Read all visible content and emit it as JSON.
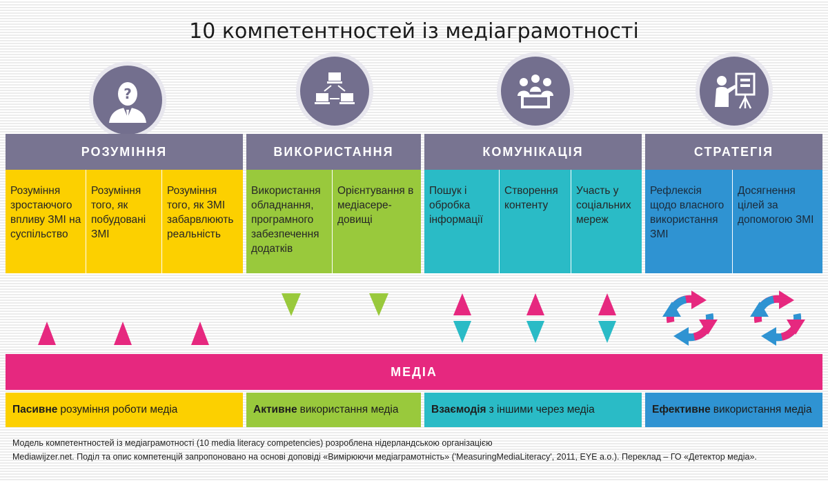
{
  "title": "10 компетентностей із медіаграмотності",
  "groups": [
    {
      "name": "РОЗУМІННЯ",
      "icon": "person-question-icon"
    },
    {
      "name": "ВИКОРИСТАННЯ",
      "icon": "network-computers-icon"
    },
    {
      "name": "КОМУНІКАЦІЯ",
      "icon": "meeting-table-icon"
    },
    {
      "name": "СТРАТЕГІЯ",
      "icon": "presentation-board-icon"
    }
  ],
  "competencies": [
    "Розуміння зростаючого впливу ЗМІ на суспільство",
    "Розуміння того, як побудовані ЗМІ",
    "Розуміння того, як ЗМІ забарвлюють реальність",
    "Використання обладнання, програмного забезпечення додатків",
    "Орієнтування в медіасере-довищі",
    "Пошук і обробка інформації",
    "Створення контенту",
    "Участь у соціальних мереж",
    "Рефлексія щодо власного використання ЗМІ",
    "Досягнення цілей за допомогою ЗМІ"
  ],
  "media_label": "МЕДІА",
  "bottom": [
    {
      "strong": "Пасивне",
      "rest": "розуміння роботи медіа"
    },
    {
      "strong": "Активне",
      "rest": "використання медіа"
    },
    {
      "strong": "Взаємодія",
      "rest": "з іншими через медіа"
    },
    {
      "strong": "Ефективне",
      "rest": "використання медіа"
    }
  ],
  "footnote": {
    "line1": "Модель компетентностей із медіаграмотності (10 media  literacy competencies) розроблена  нідерландською  організацією",
    "line2": "Mediawijzer.net. Поділ та опис компетенцій запропоновано на основі доповіді «Вимірюючи медіаграмотність» ('MeasuringMediaLiteracy', 2011, EYE a.o.). Переклад – ГО «Детектор медіа»."
  },
  "colors": {
    "header": "#787491",
    "understanding": "#fcd000",
    "usage": "#99c93c",
    "communication": "#2abbc6",
    "strategy": "#2f93d2",
    "media": "#e6287f"
  }
}
